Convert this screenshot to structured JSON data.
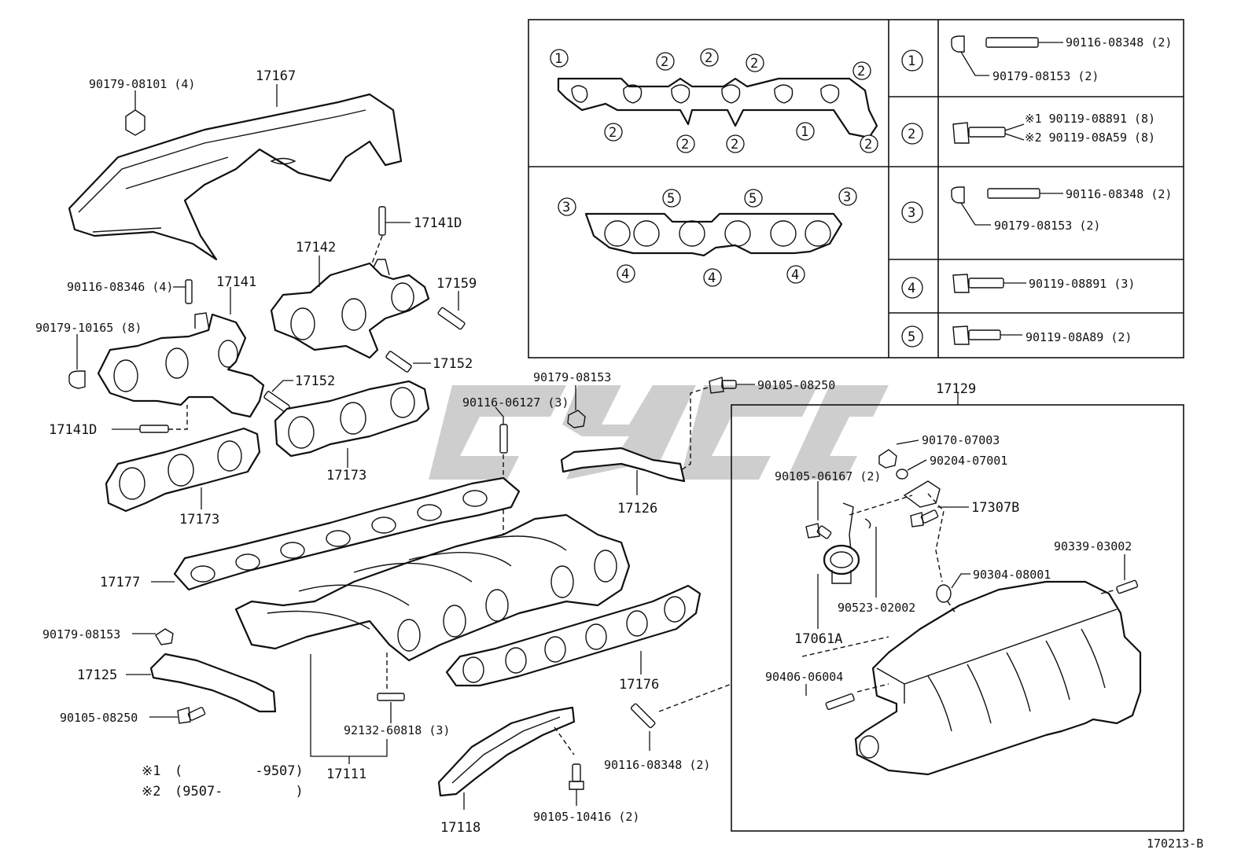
{
  "diagram_id": "170213-B",
  "watermark": "CYCC",
  "footnotes": [
    {
      "mark": "※1",
      "range": "(         -9507)"
    },
    {
      "mark": "※2",
      "range": "(9507-         )"
    }
  ],
  "parts": {
    "p17167": "17167",
    "p90179_08101": "90179-08101 (4)",
    "p17141D_a": "17141D",
    "p17142": "17142",
    "p17159": "17159",
    "p90116_08346": "90116-08346 (4)",
    "p17141": "17141",
    "p90179_10165": "90179-10165 (8)",
    "p17152_a": "17152",
    "p17152_b": "17152",
    "p17141D_b": "17141D",
    "p17173_a": "17173",
    "p17173_b": "17173",
    "p90179_08153_top": "90179-08153",
    "p90116_06127": "90116-06127 (3)",
    "p90105_08250_top": "90105-08250",
    "p17126": "17126",
    "p17177": "17177",
    "p90179_08153_left": "90179-08153",
    "p17125": "17125",
    "p90105_08250_left": "90105-08250",
    "p17176": "17176",
    "p92132_60818": "92132-60818 (3)",
    "p17111": "17111",
    "p17118": "17118",
    "p90105_10416": "90105-10416 (2)",
    "p90116_08348_bottom": "90116-08348 (2)",
    "p17129": "17129",
    "p90170_07003": "90170-07003",
    "p90204_07001": "90204-07001",
    "p90105_06167": "90105-06167 (2)",
    "p17307B": "17307B",
    "p90339_03002": "90339-03002",
    "p90304_08001": "90304-08001",
    "p90523_02002": "90523-02002",
    "p17061A": "17061A",
    "p90406_06004": "90406-06004"
  },
  "gasket_panel": {
    "top_gasket_callouts": [
      "1",
      "2",
      "2",
      "2",
      "2",
      "2",
      "2",
      "2",
      "1",
      "2"
    ],
    "bottom_gasket_callouts": [
      "3",
      "5",
      "5",
      "3",
      "4",
      "4",
      "4"
    ],
    "legend": [
      {
        "num": "1",
        "lines": [
          "90116-08348 (2)",
          "90179-08153 (2)"
        ]
      },
      {
        "num": "2",
        "lines": [
          "※1 90119-08891 (8)",
          "※2 90119-08A59 (8)"
        ]
      },
      {
        "num": "3",
        "lines": [
          "90116-08348 (2)",
          "90179-08153 (2)"
        ]
      },
      {
        "num": "4",
        "lines": [
          "90119-08891 (3)"
        ]
      },
      {
        "num": "5",
        "lines": [
          "90119-08A89 (2)"
        ]
      }
    ]
  }
}
